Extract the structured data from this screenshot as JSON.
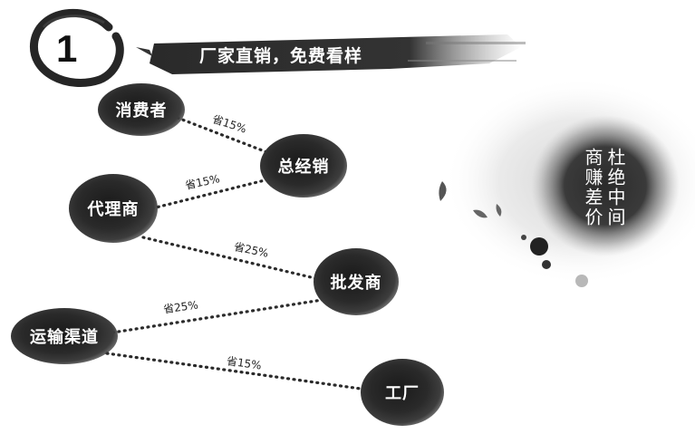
{
  "badge_number": "1",
  "banner": "厂家直销，免费看样",
  "nodes": {
    "consumer": "消费者",
    "general_distributor": "总经销",
    "agent": "代理商",
    "wholesaler": "批发商",
    "logistics": "运输渠道",
    "factory": "工厂"
  },
  "savings": {
    "consumer_to_distributor": "省15%",
    "agent_to_distributor": "省15%",
    "agent_to_wholesaler": "省25%",
    "logistics_to_wholesaler": "省25%",
    "logistics_to_factory": "省15%"
  },
  "slogan": {
    "line1": "杜绝中间",
    "line2": "商赚差价"
  }
}
